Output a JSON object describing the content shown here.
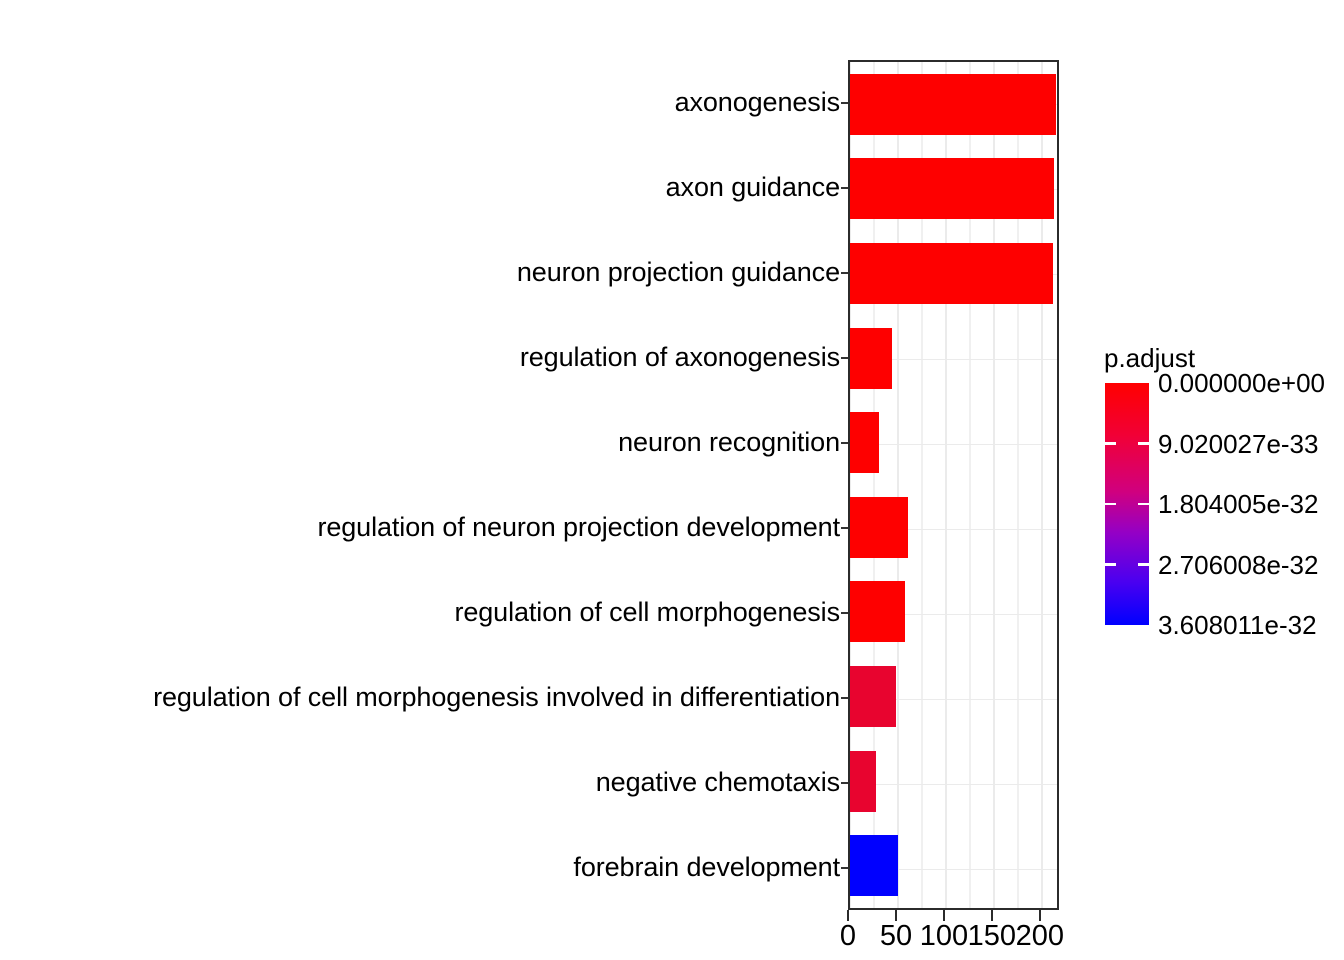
{
  "chart_data": {
    "type": "bar",
    "orientation": "horizontal",
    "title": "",
    "xlabel": "",
    "ylabel": "",
    "categories": [
      "axonogenesis",
      "axon guidance",
      "neuron projection guidance",
      "regulation of axonogenesis",
      "neuron recognition",
      "regulation of neuron projection development",
      "regulation of cell morphogenesis",
      "regulation of cell morphogenesis involved in differentiation",
      "negative chemotaxis",
      "forebrain development"
    ],
    "values": [
      215,
      213,
      212,
      44,
      30,
      60,
      57,
      48,
      27,
      50
    ],
    "bar_colors": [
      "#FE0000",
      "#FE0000",
      "#FE0000",
      "#FE0000",
      "#FE0000",
      "#FE0000",
      "#FE0000",
      "#E8042F",
      "#E8042F",
      "#0000FF"
    ],
    "xlim": [
      0,
      220
    ],
    "xticks": [
      0,
      50,
      100,
      150,
      200
    ],
    "xticklabels": [
      "0",
      "50",
      "100",
      "150",
      "200"
    ],
    "x_minor_ticks": [
      25,
      75,
      125,
      175
    ],
    "grid": true,
    "legend": {
      "title": "p.adjust",
      "position": "right",
      "type": "continuous-colorbar",
      "labels": [
        "0.000000e+00",
        "9.020027e-33",
        "1.804005e-32",
        "2.706008e-32",
        "3.608011e-32"
      ],
      "values": [
        0,
        9.020027e-33,
        1.804005e-32,
        2.706008e-32,
        3.608011e-32
      ],
      "gradient_top_color": "#FF0000",
      "gradient_bottom_color": "#0000FF"
    },
    "panel_background": "#FFFFFF",
    "grid_color": "#EBEBEB",
    "axis_color": "#2B2B2B"
  }
}
